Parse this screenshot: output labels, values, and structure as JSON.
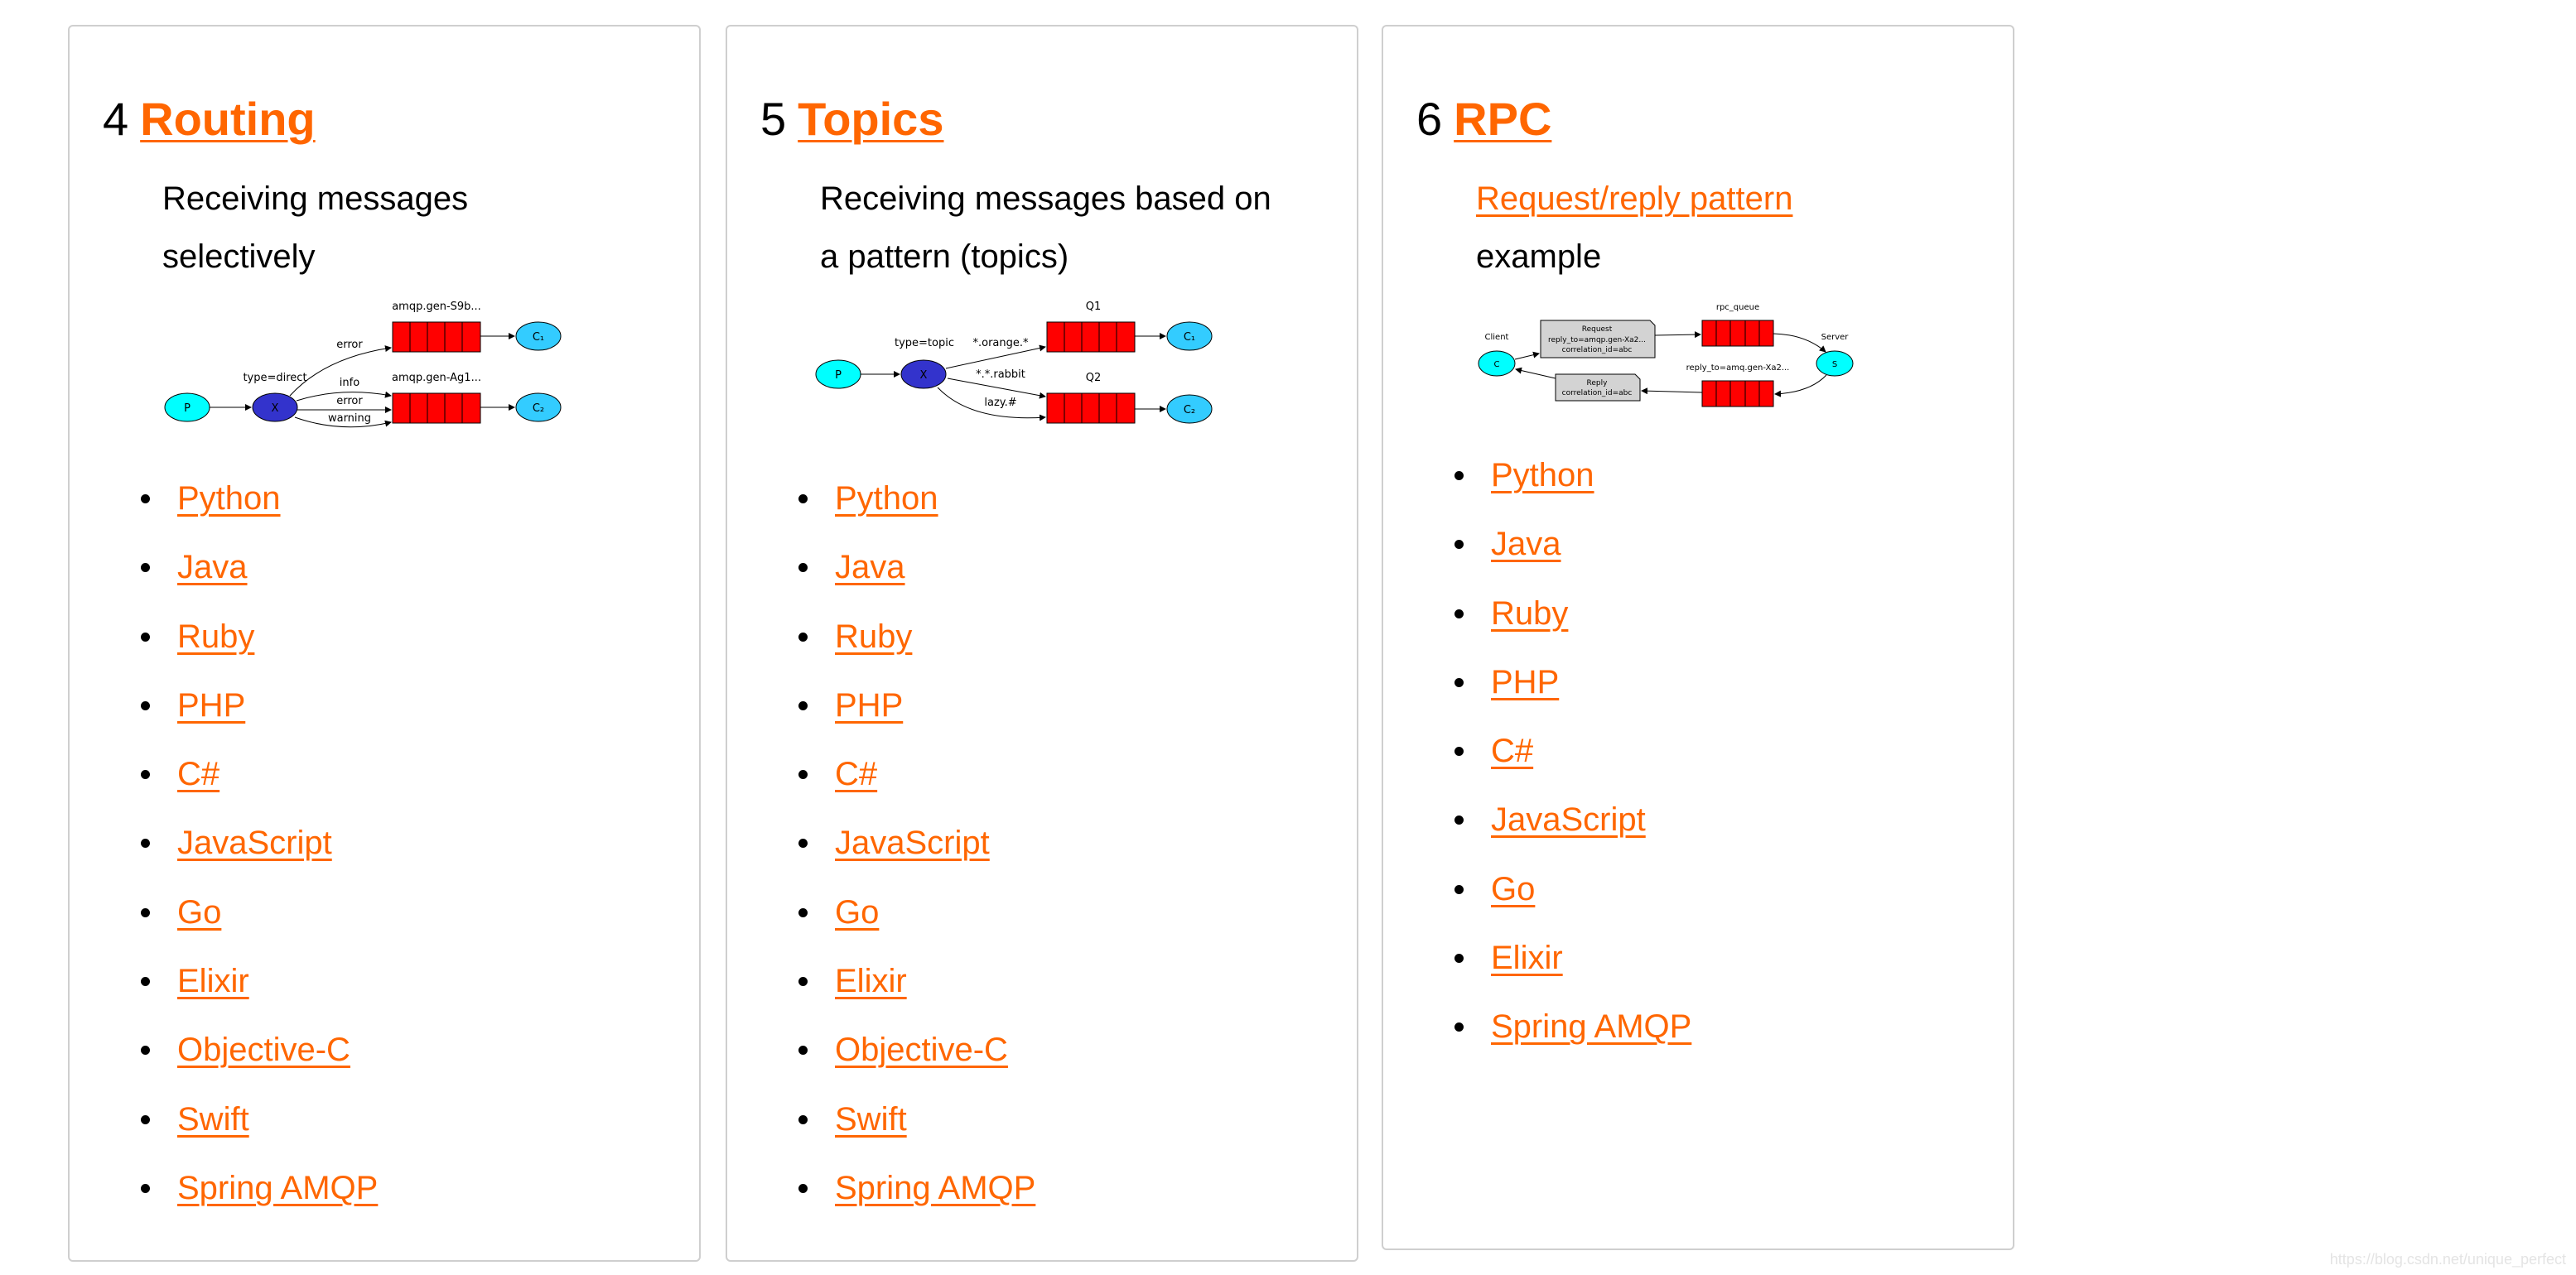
{
  "colors": {
    "link": "#ff6600",
    "border": "#cfcfcf",
    "queue": "#ff0000",
    "producer": "#00ffff",
    "exchange": "#3333cc",
    "consumer": "#33ccff",
    "note": "#d3d3d3"
  },
  "cards": [
    {
      "number": "4",
      "title": "Routing",
      "description": "Receiving messages selectively",
      "diagram": {
        "queue1": "amqp.gen-S9b...",
        "queue2": "amqp.gen-Ag1...",
        "exchange_type": "type=direct",
        "producer": "P",
        "exchange": "X",
        "consumer1": "C₁",
        "consumer2": "C₂",
        "binding1": "error",
        "binding2": "info",
        "binding3": "error",
        "binding4": "warning"
      },
      "languages": [
        "Python",
        "Java",
        "Ruby",
        "PHP",
        "C#",
        "JavaScript",
        "Go",
        "Elixir",
        "Objective-C",
        "Swift",
        "Spring AMQP"
      ]
    },
    {
      "number": "5",
      "title": "Topics",
      "description": "Receiving messages based on a pattern (topics)",
      "diagram": {
        "queue1": "Q1",
        "queue2": "Q2",
        "exchange_type": "type=topic",
        "producer": "P",
        "exchange": "X",
        "consumer1": "C₁",
        "consumer2": "C₂",
        "binding1": "*.orange.*",
        "binding2": "*.*.rabbit",
        "binding3": "lazy.#"
      },
      "languages": [
        "Python",
        "Java",
        "Ruby",
        "PHP",
        "C#",
        "JavaScript",
        "Go",
        "Elixir",
        "Objective-C",
        "Swift",
        "Spring AMQP"
      ]
    },
    {
      "number": "6",
      "title": "RPC",
      "description_link": "Request/reply pattern",
      "description": "example",
      "diagram": {
        "client_label": "Client",
        "client": "C",
        "server_label": "Server",
        "server": "S",
        "request_title": "Request",
        "request_reply_to": "reply_to=amqp.gen-Xa2...",
        "request_corr": "correlation_id=abc",
        "rpc_queue": "rpc_queue",
        "reply_queue": "reply_to=amq.gen-Xa2...",
        "reply_title": "Reply",
        "reply_corr": "correlation_id=abc"
      },
      "languages": [
        "Python",
        "Java",
        "Ruby",
        "PHP",
        "C#",
        "JavaScript",
        "Go",
        "Elixir",
        "Spring AMQP"
      ]
    }
  ],
  "watermark": "https://blog.csdn.net/unique_perfect"
}
